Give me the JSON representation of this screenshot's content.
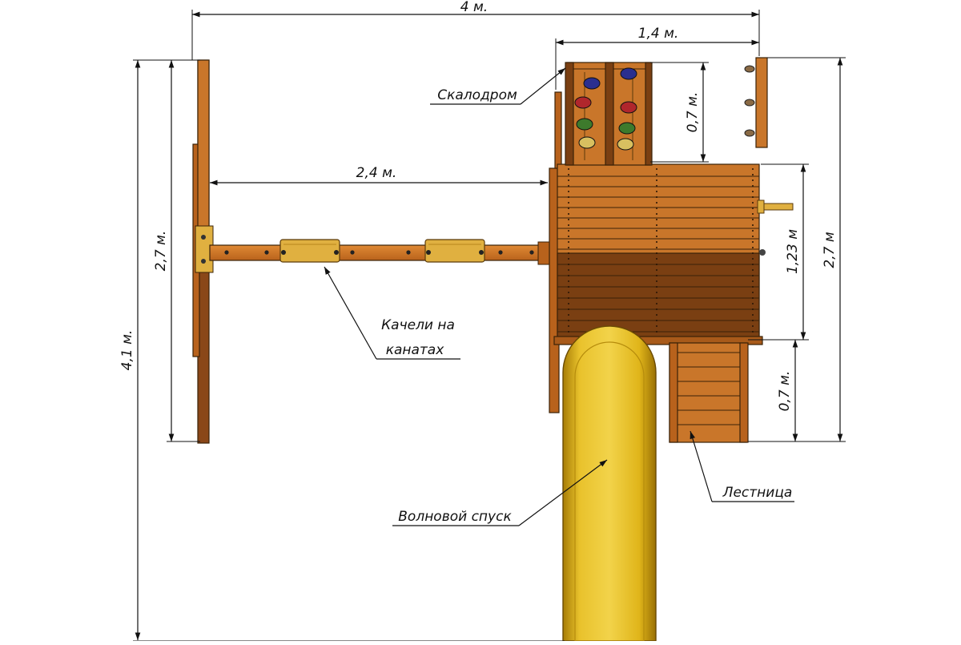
{
  "dimensions": {
    "total_width": "4 м.",
    "tower_width": "1,4 м.",
    "wall_depth": "0,7 м.",
    "swing_beam_length": "2,4 м.",
    "swing_frame_width": "2,7 м.",
    "total_length": "4,1 м.",
    "deck_depth": "1,23 м",
    "tower_length": "2,7 м",
    "ladder_length": "0,7 м."
  },
  "labels": {
    "climbing_wall": "Скалодром",
    "swings_line1": "Качели на",
    "swings_line2": "канатах",
    "wave_slide": "Волновой спуск",
    "ladder": "Лестница"
  },
  "colors": {
    "wood_light": "#c9762a",
    "wood_dark": "#7a3f12",
    "slide": "#e3b61c",
    "swing_seat": "#e0b040",
    "holds": [
      "#2a2f8f",
      "#b0262c",
      "#3d7a2c",
      "#d8c060"
    ]
  }
}
